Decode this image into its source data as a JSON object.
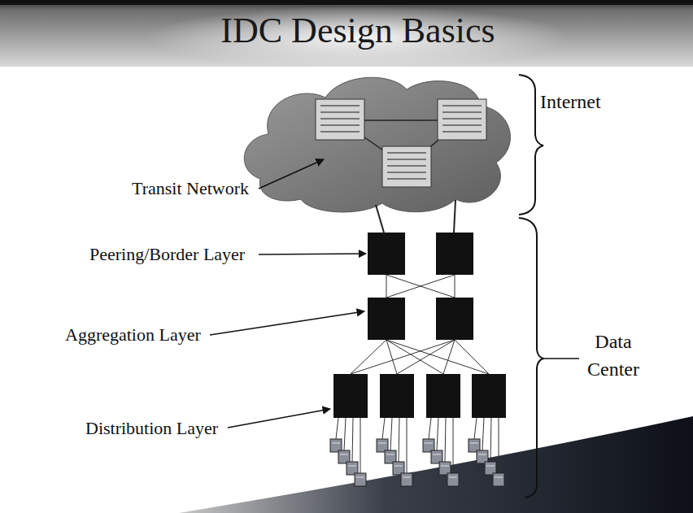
{
  "diagram": {
    "title": "IDC Design Basics",
    "labels": [
      "Transit Network",
      "Peering/Border Layer",
      "Aggregation Layer",
      "Distribution Layer",
      "Internet",
      "Data Center"
    ]
  }
}
